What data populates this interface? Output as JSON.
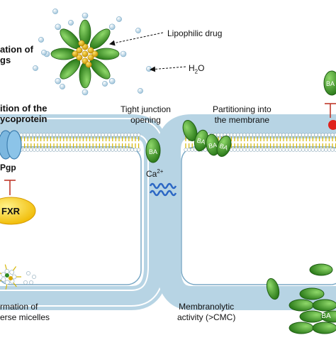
{
  "labels": {
    "micelle_formation": "ation of\ngs",
    "lipophilic_drug": "Lipophilic drug",
    "water": "H2O",
    "pgp_inhibition": "ition of the\nycoprotein",
    "tight_junction": "Tight junction\nopening",
    "partitioning": "Partitioning into\nthe membrane",
    "pgp": "Pgp",
    "calcium": "Ca2+",
    "fxr": "FXR",
    "reverse_micelles": "rmation of\nerse micelles",
    "membranolytic": "Membranolytic\nactivity (>CMC)",
    "ba_tag": "BA"
  },
  "colors": {
    "membrane_fill": "#b7d4e4",
    "membrane_edge": "#7aa9c6",
    "lipid_head": "#ffffff",
    "lipid_tail": "#d6b600",
    "bile_acid": "#2e8b22",
    "bile_acid_light": "#6cc04a",
    "drug": "#d9a800",
    "fxr": "#ffd300",
    "pgp": "#7cb7df",
    "inhibit": "#c0392b"
  }
}
